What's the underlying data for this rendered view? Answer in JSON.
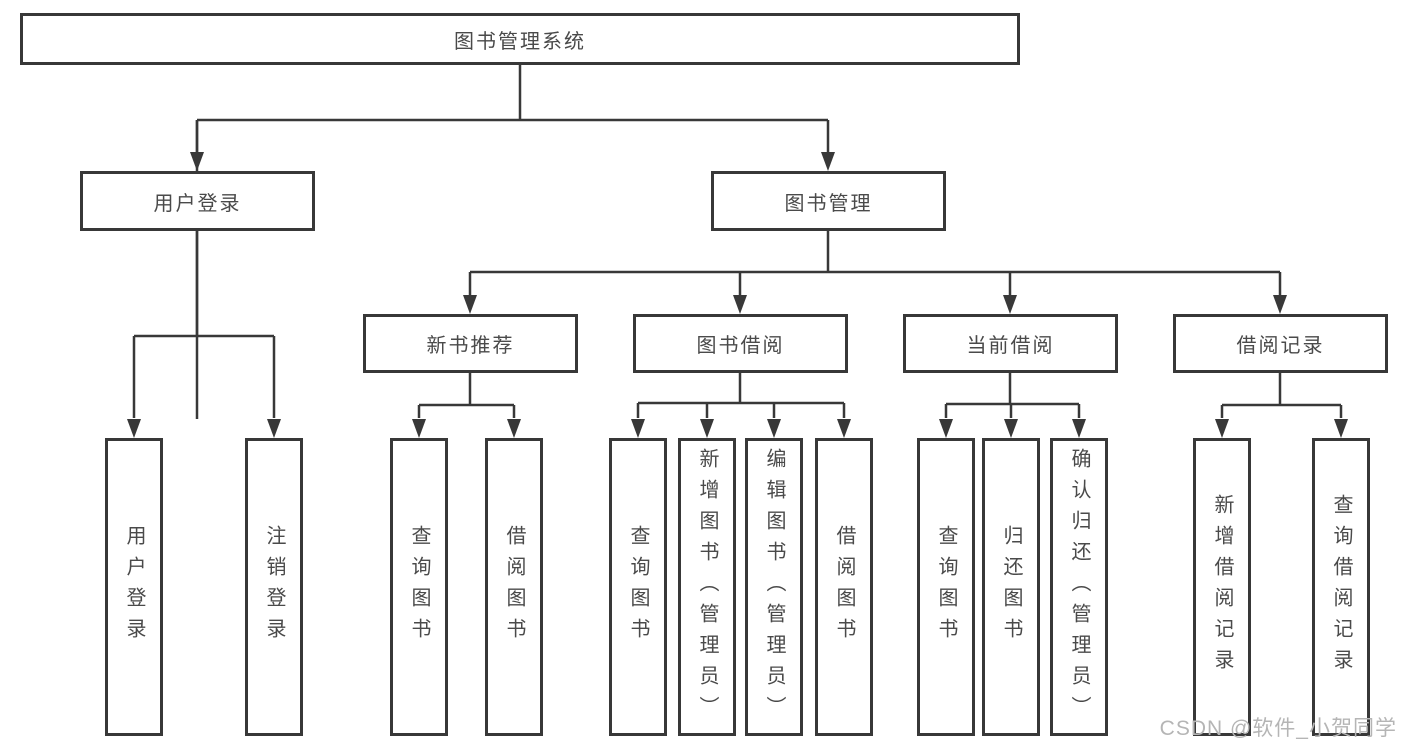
{
  "diagram": {
    "root": {
      "label": "图书管理系统"
    },
    "level2": [
      {
        "label": "用户登录"
      },
      {
        "label": "图书管理"
      }
    ],
    "level3": [
      {
        "label": "新书推荐",
        "parent": "图书管理"
      },
      {
        "label": "图书借阅",
        "parent": "图书管理"
      },
      {
        "label": "当前借阅",
        "parent": "图书管理"
      },
      {
        "label": "借阅记录",
        "parent": "图书管理"
      }
    ],
    "leaves": [
      {
        "label": "用户登录",
        "parent": "用户登录"
      },
      {
        "label": "注销登录",
        "parent": "用户登录"
      },
      {
        "label": "查询图书",
        "parent": "新书推荐"
      },
      {
        "label": "借阅图书",
        "parent": "新书推荐"
      },
      {
        "label": "查询图书",
        "parent": "图书借阅"
      },
      {
        "label": "新增图书（管理员）",
        "parent": "图书借阅"
      },
      {
        "label": "编辑图书（管理员）",
        "parent": "图书借阅"
      },
      {
        "label": "借阅图书",
        "parent": "图书借阅"
      },
      {
        "label": "查询图书",
        "parent": "当前借阅"
      },
      {
        "label": "归还图书",
        "parent": "当前借阅"
      },
      {
        "label": "确认归还（管理员）",
        "parent": "当前借阅"
      },
      {
        "label": "新增借阅记录",
        "parent": "借阅记录"
      },
      {
        "label": "查询借阅记录",
        "parent": "借阅记录"
      }
    ],
    "colors": {
      "line": "#383838",
      "text": "#4a4a4a",
      "background": "#ffffff",
      "watermark": "#b5b5b5"
    }
  },
  "watermark": {
    "text": "CSDN @软件_小贺同学"
  }
}
